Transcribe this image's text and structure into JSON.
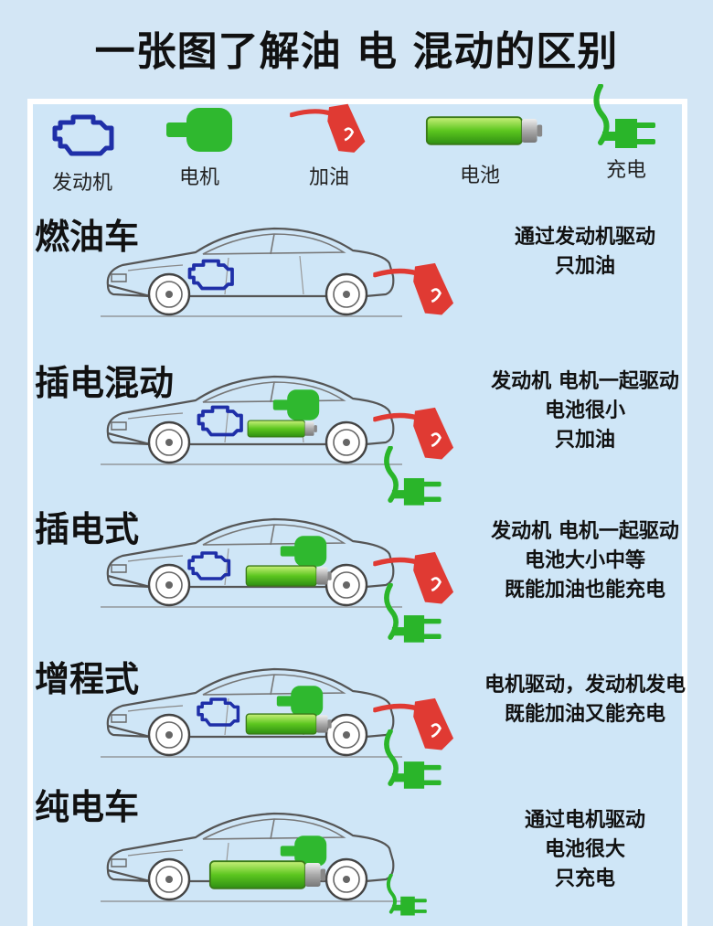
{
  "title": "一张图了解油 电 混动的区别",
  "legend": [
    {
      "label": "发动机",
      "icon": "engine-icon"
    },
    {
      "label": "电机",
      "icon": "motor-icon"
    },
    {
      "label": "加油",
      "icon": "fuel-nozzle-icon"
    },
    {
      "label": "电池",
      "icon": "battery-icon"
    },
    {
      "label": "充电",
      "icon": "charging-plug-icon"
    }
  ],
  "sections": [
    {
      "title": "燃油车",
      "lines": [
        "通过发动机驱动",
        "只加油"
      ]
    },
    {
      "title": "插电混动",
      "lines": [
        "发动机 电机一起驱动",
        "电池很小",
        "只加油"
      ]
    },
    {
      "title": "插电式",
      "lines": [
        "发动机 电机一起驱动",
        "电池大小中等",
        "既能加油也能充电"
      ]
    },
    {
      "title": "增程式",
      "lines": [
        "电机驱动，发动机发电",
        "既能加油又能充电"
      ]
    },
    {
      "title": "纯电车",
      "lines": [
        "通过电机驱动",
        "电池很大",
        "只充电"
      ]
    }
  ],
  "colors": {
    "engine": "#1f2fa8",
    "motor": "#2fb82f",
    "fuel": "#e03a33",
    "battery": "#6fd12a",
    "plug": "#2ab52a",
    "background": "#d3e6f5"
  }
}
